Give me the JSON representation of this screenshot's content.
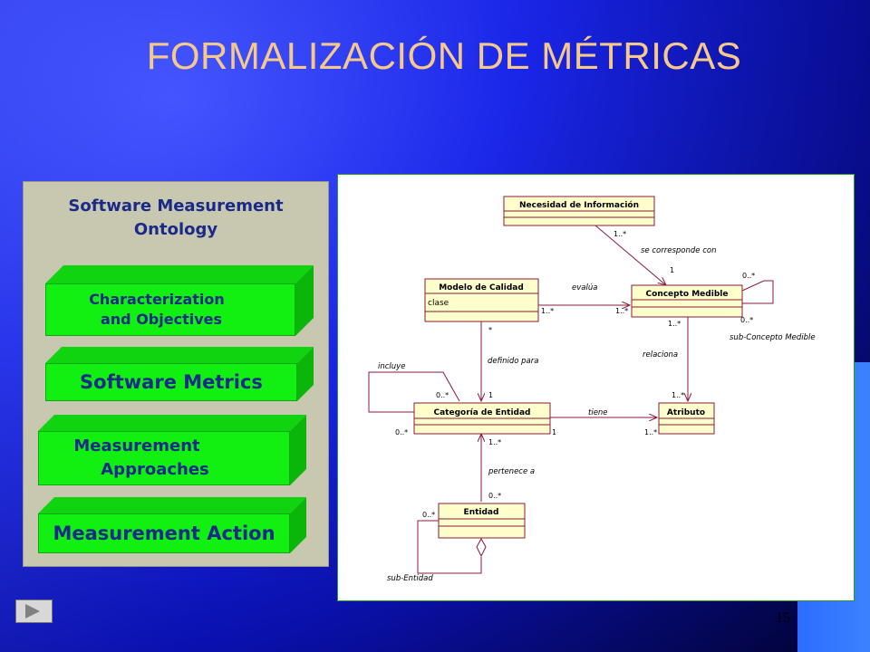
{
  "slide": {
    "title": "FORMALIZACIÓN DE MÉTRICAS",
    "page_number": "15"
  },
  "ontology": {
    "title_line1": "Software Measurement",
    "title_line2": "Ontology",
    "items": [
      {
        "line1": "Characterization",
        "line2": "and Objectives"
      },
      {
        "line1": "Software Metrics"
      },
      {
        "line1": "Measurement",
        "line2": "Approaches"
      },
      {
        "line1": "Measurement Action"
      }
    ]
  },
  "uml": {
    "classes": {
      "necesidad": {
        "name": "Necesidad de Información"
      },
      "modelo": {
        "name": "Modelo de Calidad",
        "attribute": "clase"
      },
      "concepto": {
        "name": "Concepto Medible"
      },
      "categoria": {
        "name": "Categoría  de Entidad"
      },
      "atributo": {
        "name": "Atributo"
      },
      "entidad": {
        "name": "Entidad"
      }
    },
    "associations": {
      "se_corresponde": "se corresponde con",
      "evalua": "evalúa",
      "sub_concepto": "sub-Concepto Medible",
      "relaciona": "relaciona",
      "definido_para": "definido para",
      "incluye": "incluye",
      "tiene": "tiene",
      "pertenece_a": "pertenece a",
      "sub_entidad": "sub-Entidad"
    },
    "multiplicities": {
      "nec_bottom": "1..*",
      "con_top": "1",
      "con_self_top": "0..*",
      "con_self_bottom": "0..*",
      "mod_right": "1..*",
      "con_left": "1..*",
      "con_bottom": "1..*",
      "mod_bottom": "*",
      "cat_top": "1",
      "cat_incl_top": "0..*",
      "cat_incl_left": "0..*",
      "atr_top": "1..*",
      "cat_right": "1",
      "atr_left": "1..*",
      "cat_bottom": "1..*",
      "ent_top": "0..*",
      "ent_left": "0..*"
    }
  }
}
